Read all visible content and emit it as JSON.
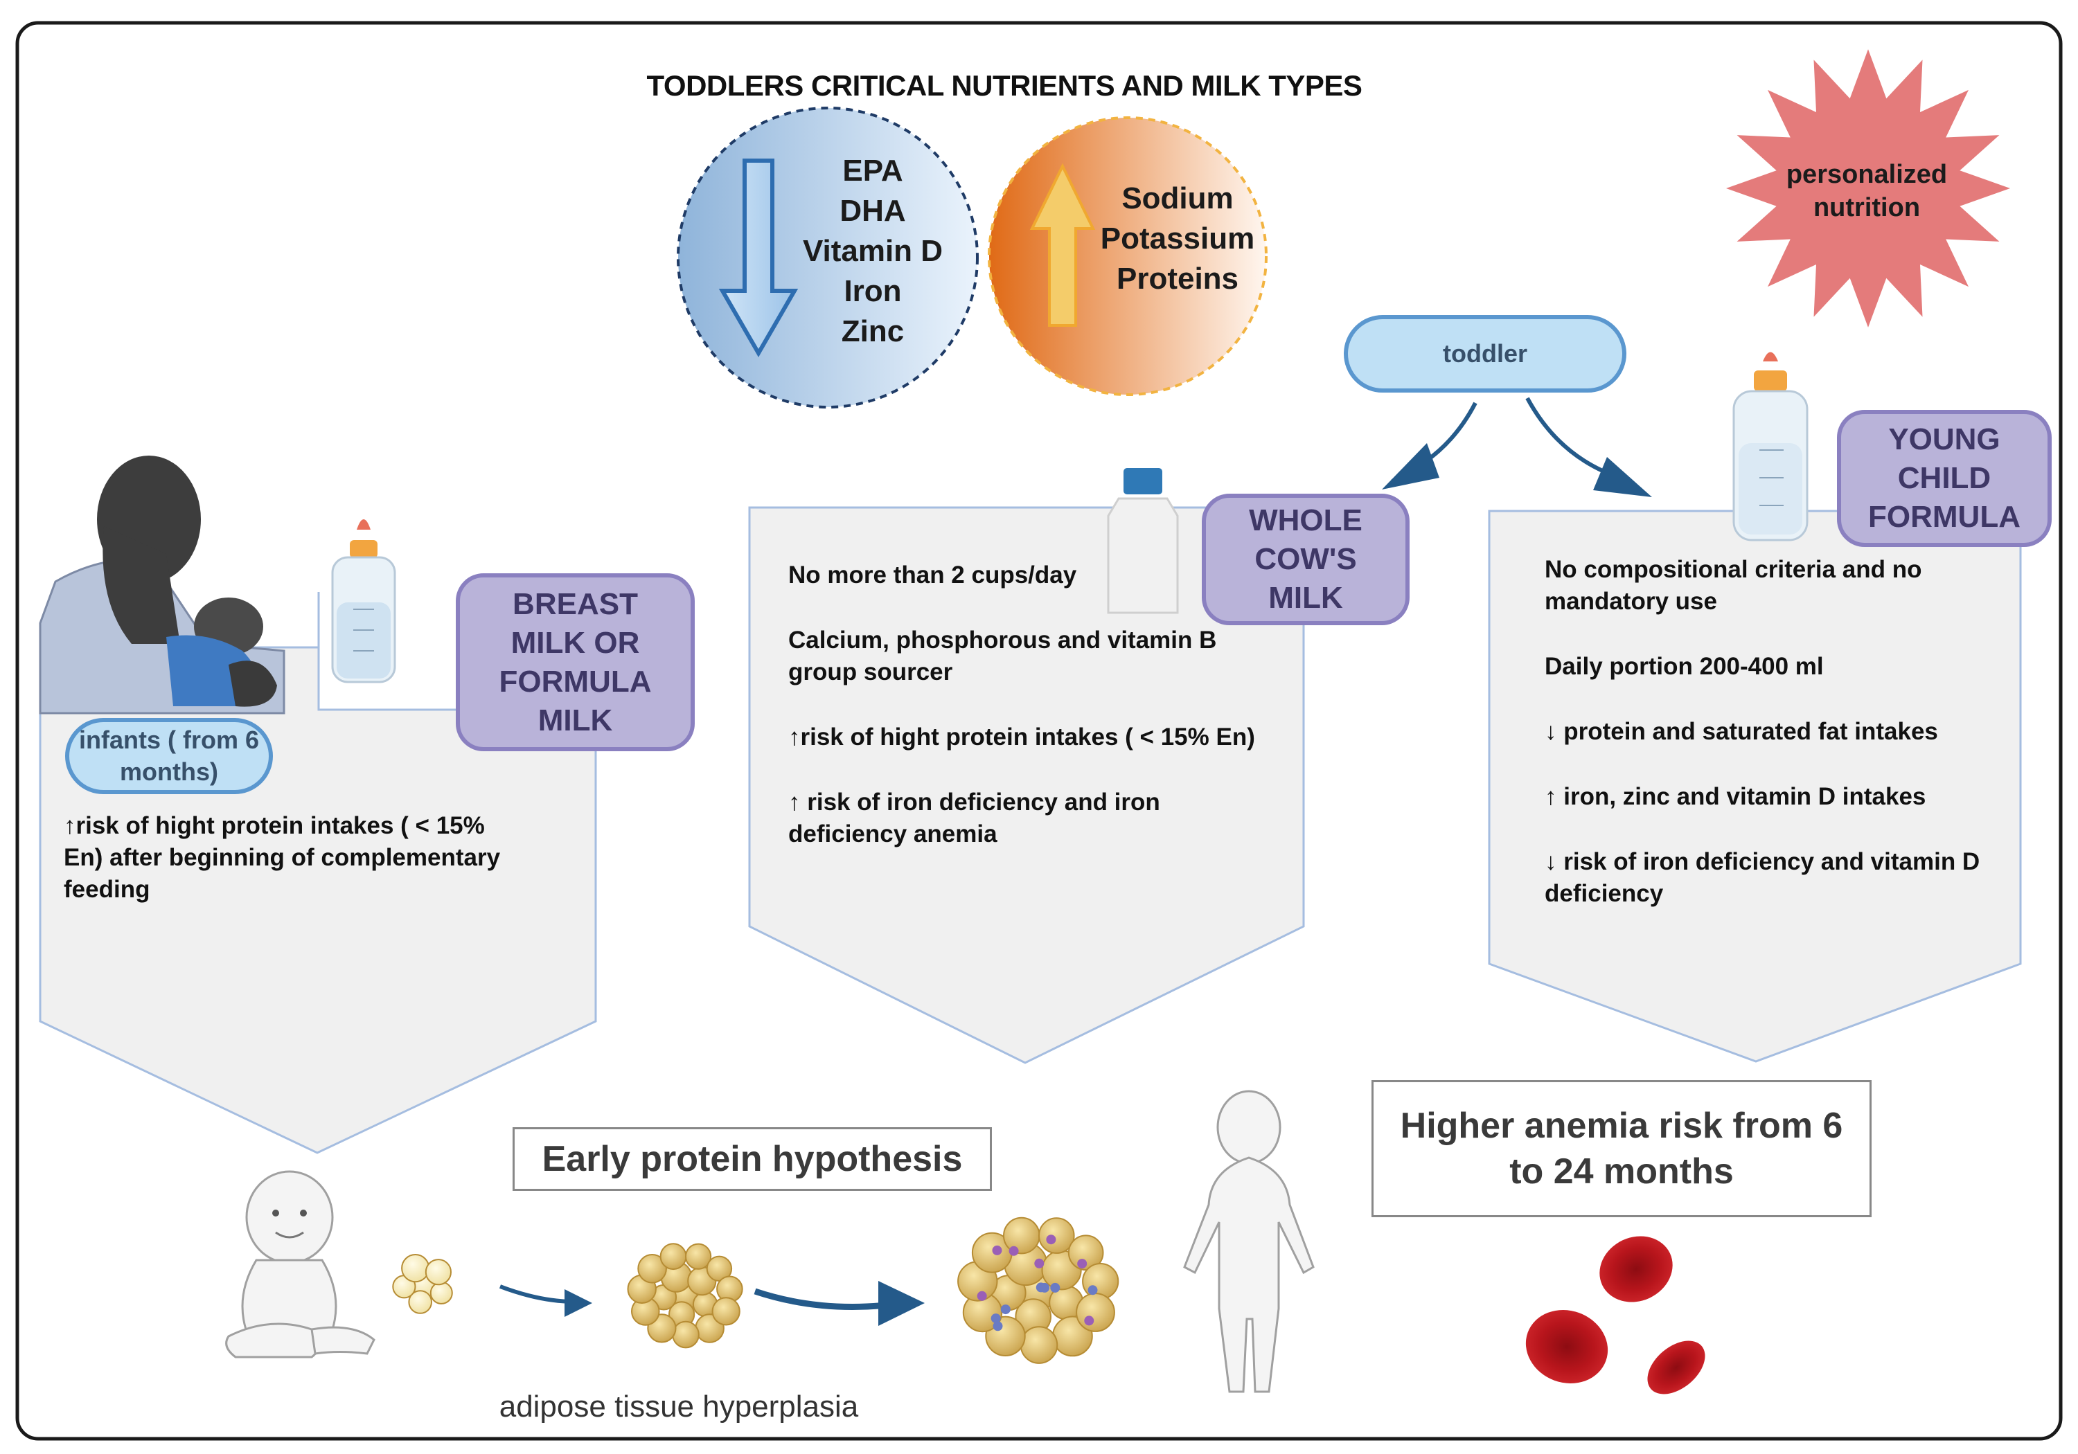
{
  "title": "TODDLERS CRITICAL NUTRIENTS AND MILK TYPES",
  "decreased_nutrients": [
    "EPA",
    "DHA",
    "Vitamin D",
    "Iron",
    "Zinc"
  ],
  "increased_nutrients": [
    "Sodium",
    "Potassium",
    "Proteins"
  ],
  "personalized": "personalized nutrition",
  "toddler_label": "toddler",
  "infants_label": "infants ( from 6 months)",
  "breast_milk": {
    "label": "BREAST MILK OR FORMULA MILK",
    "points": [
      "↑risk of hight protein intakes ( < 15% En) after beginning of complementary feeding"
    ]
  },
  "cow_milk": {
    "label": "WHOLE COW'S MILK",
    "points": [
      "No more than 2 cups/day",
      "Calcium, phosphorous and vitamin B group sourcer",
      "↑risk of hight protein intakes ( < 15% En)",
      "↑ risk of iron deficiency and iron deficiency anemia"
    ]
  },
  "young_child_formula": {
    "label": "YOUNG CHILD FORMULA",
    "points": [
      "No compositional criteria and no mandatory use",
      "Daily portion 200-400 ml",
      "↓ protein and saturated fat intakes",
      "↑ iron, zinc and vitamin D intakes",
      "↓ risk of iron deficiency and  vitamin D deficiency"
    ]
  },
  "early_protein": "Early protein hypothesis",
  "anemia_risk": "Higher anemia risk from 6 to 24 months",
  "adipose": "adipose tissue hyperplasia",
  "colors": {
    "blue_circle": "#a9c8e8",
    "orange_circle": "#e87a2a",
    "star": "#e47b7b",
    "tag_fill": "#bfe0f5",
    "tag_stroke": "#5a97cf",
    "milk_fill": "#b9b3d9",
    "milk_stroke": "#8a80c0",
    "panel_fill": "#f0f0f0",
    "panel_stroke": "#a5bde0",
    "arrow": "#245a8a",
    "blood": "#c4171e"
  }
}
